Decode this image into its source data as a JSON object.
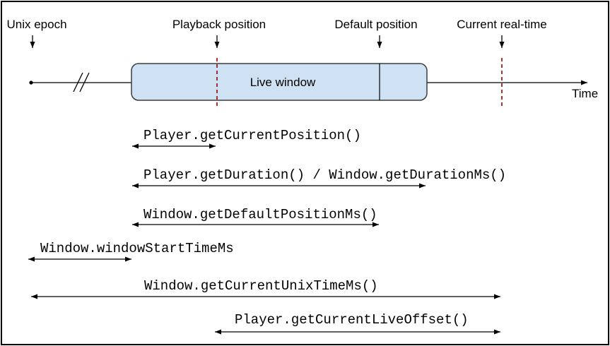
{
  "markers": {
    "unix_epoch": "Unix epoch",
    "playback_position": "Playback position",
    "default_position": "Default position",
    "current_realtime": "Current real-time"
  },
  "timeline": {
    "window_label": "Live window",
    "axis_label": "Time"
  },
  "measures": {
    "current_position": "Player.getCurrentPosition()",
    "duration": "Player.getDuration() / Window.getDurationMs()",
    "default_position_ms": "Window.getDefaultPositionMs()",
    "window_start_time": "Window.windowStartTimeMs",
    "current_unix_time": "Window.getCurrentUnixTimeMs()",
    "current_live_offset": "Player.getCurrentLiveOffset()"
  },
  "colors": {
    "window_fill": "#cfe2f3",
    "window_border": "#3d3d3d",
    "dashed_marker": "#990000",
    "line": "#000000"
  }
}
